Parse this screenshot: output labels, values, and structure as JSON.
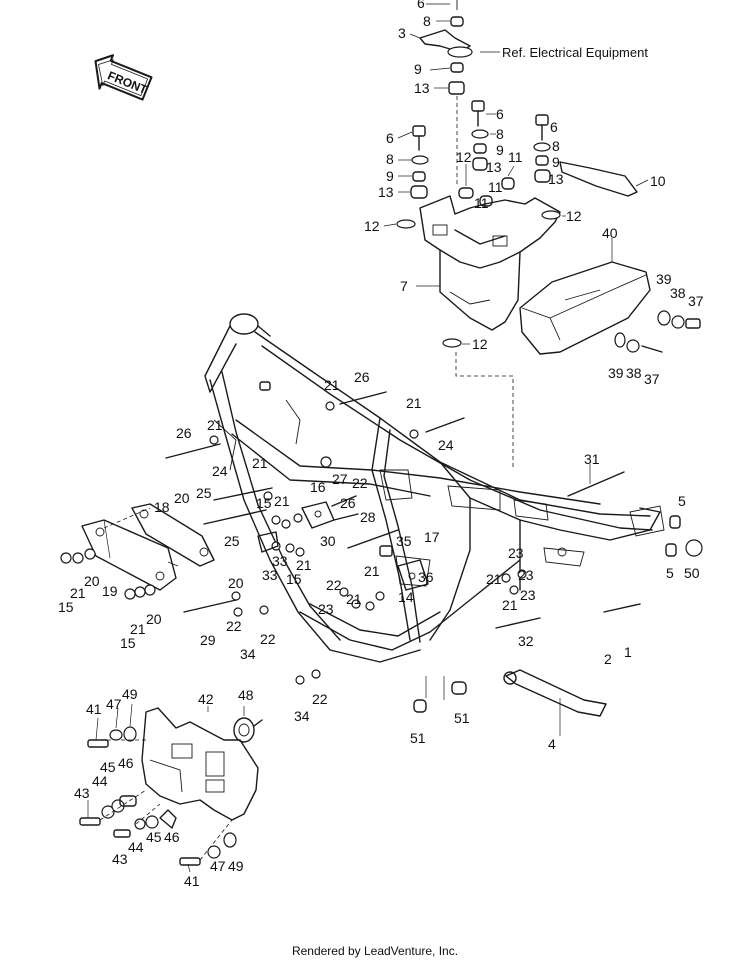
{
  "diagram": {
    "front_label": "FRONT",
    "reference_note": "Ref.   Electrical Equipment",
    "callouts": [
      {
        "id": "c6a",
        "text": "6"
      },
      {
        "id": "c8a",
        "text": "8"
      },
      {
        "id": "c3",
        "text": "3"
      },
      {
        "id": "c9a",
        "text": "9"
      },
      {
        "id": "c13a",
        "text": "13"
      },
      {
        "id": "c6b",
        "text": "6"
      },
      {
        "id": "c8b",
        "text": "8"
      },
      {
        "id": "c9b",
        "text": "9"
      },
      {
        "id": "c13b",
        "text": "13"
      },
      {
        "id": "c6c",
        "text": "6"
      },
      {
        "id": "c8c",
        "text": "8"
      },
      {
        "id": "c9c",
        "text": "9"
      },
      {
        "id": "c13c",
        "text": "13"
      },
      {
        "id": "c6d",
        "text": "6"
      },
      {
        "id": "c8d",
        "text": "8"
      },
      {
        "id": "c9d",
        "text": "9"
      },
      {
        "id": "c13d",
        "text": "13"
      },
      {
        "id": "c12a",
        "text": "12"
      },
      {
        "id": "c11a",
        "text": "11"
      },
      {
        "id": "c11b",
        "text": "11"
      },
      {
        "id": "c11c",
        "text": "11"
      },
      {
        "id": "c10",
        "text": "10"
      },
      {
        "id": "c12b",
        "text": "12"
      },
      {
        "id": "c12c",
        "text": "12"
      },
      {
        "id": "c40",
        "text": "40"
      },
      {
        "id": "c7",
        "text": "7"
      },
      {
        "id": "c12d",
        "text": "12"
      },
      {
        "id": "c39a",
        "text": "39"
      },
      {
        "id": "c38a",
        "text": "38"
      },
      {
        "id": "c37a",
        "text": "37"
      },
      {
        "id": "c39b",
        "text": "39"
      },
      {
        "id": "c38b",
        "text": "38"
      },
      {
        "id": "c37b",
        "text": "37"
      },
      {
        "id": "c21a",
        "text": "21"
      },
      {
        "id": "c26a",
        "text": "26"
      },
      {
        "id": "c21b",
        "text": "21"
      },
      {
        "id": "c24a",
        "text": "24"
      },
      {
        "id": "c26b",
        "text": "26"
      },
      {
        "id": "c21c",
        "text": "21"
      },
      {
        "id": "c24b",
        "text": "24"
      },
      {
        "id": "c21d",
        "text": "21"
      },
      {
        "id": "c31",
        "text": "31"
      },
      {
        "id": "c5a",
        "text": "5"
      },
      {
        "id": "c5b",
        "text": "5"
      },
      {
        "id": "c50",
        "text": "50"
      },
      {
        "id": "c16",
        "text": "16"
      },
      {
        "id": "c27",
        "text": "27"
      },
      {
        "id": "c22a",
        "text": "22"
      },
      {
        "id": "c26c",
        "text": "26"
      },
      {
        "id": "c28",
        "text": "28"
      },
      {
        "id": "c15a",
        "text": "15"
      },
      {
        "id": "c21e",
        "text": "21"
      },
      {
        "id": "c20a",
        "text": "20"
      },
      {
        "id": "c25a",
        "text": "25"
      },
      {
        "id": "c18",
        "text": "18"
      },
      {
        "id": "c30",
        "text": "30"
      },
      {
        "id": "c17",
        "text": "17"
      },
      {
        "id": "c35",
        "text": "35"
      },
      {
        "id": "c23a",
        "text": "23"
      },
      {
        "id": "c25b",
        "text": "25"
      },
      {
        "id": "c33a",
        "text": "33"
      },
      {
        "id": "c21f",
        "text": "21"
      },
      {
        "id": "c33b",
        "text": "33"
      },
      {
        "id": "c15b",
        "text": "15"
      },
      {
        "id": "c21g",
        "text": "21"
      },
      {
        "id": "c36",
        "text": "36"
      },
      {
        "id": "c21h",
        "text": "21"
      },
      {
        "id": "c23b",
        "text": "23"
      },
      {
        "id": "c19",
        "text": "19"
      },
      {
        "id": "c20b",
        "text": "20"
      },
      {
        "id": "c21i",
        "text": "21"
      },
      {
        "id": "c15c",
        "text": "15"
      },
      {
        "id": "c20c",
        "text": "20"
      },
      {
        "id": "c22b",
        "text": "22"
      },
      {
        "id": "c14",
        "text": "14"
      },
      {
        "id": "c21j",
        "text": "21"
      },
      {
        "id": "c23c",
        "text": "23"
      },
      {
        "id": "c21k",
        "text": "21"
      },
      {
        "id": "c20d",
        "text": "20"
      },
      {
        "id": "c15d",
        "text": "15"
      },
      {
        "id": "c23d",
        "text": "23"
      },
      {
        "id": "c21l",
        "text": "21"
      },
      {
        "id": "c29",
        "text": "29"
      },
      {
        "id": "c22c",
        "text": "22"
      },
      {
        "id": "c22d",
        "text": "22"
      },
      {
        "id": "c34a",
        "text": "34"
      },
      {
        "id": "c32",
        "text": "32"
      },
      {
        "id": "c1",
        "text": "1"
      },
      {
        "id": "c2",
        "text": "2"
      },
      {
        "id": "c22e",
        "text": "22"
      },
      {
        "id": "c34b",
        "text": "34"
      },
      {
        "id": "c51a",
        "text": "51"
      },
      {
        "id": "c51b",
        "text": "51"
      },
      {
        "id": "c4",
        "text": "4"
      },
      {
        "id": "c41a",
        "text": "41"
      },
      {
        "id": "c47a",
        "text": "47"
      },
      {
        "id": "c49a",
        "text": "49"
      },
      {
        "id": "c42",
        "text": "42"
      },
      {
        "id": "c48",
        "text": "48"
      },
      {
        "id": "c45a",
        "text": "45"
      },
      {
        "id": "c46a",
        "text": "46"
      },
      {
        "id": "c44a",
        "text": "44"
      },
      {
        "id": "c43a",
        "text": "43"
      },
      {
        "id": "c45b",
        "text": "45"
      },
      {
        "id": "c46b",
        "text": "46"
      },
      {
        "id": "c44b",
        "text": "44"
      },
      {
        "id": "c43b",
        "text": "43"
      },
      {
        "id": "c41b",
        "text": "41"
      },
      {
        "id": "c47b",
        "text": "47"
      },
      {
        "id": "c49b",
        "text": "49"
      }
    ]
  },
  "footer": {
    "credit": "Rendered by LeadVenture, Inc."
  }
}
